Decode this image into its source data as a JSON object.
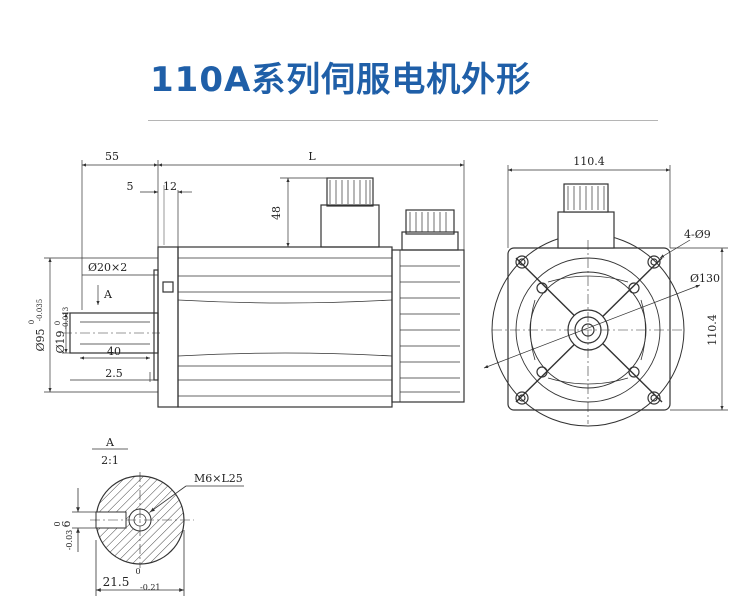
{
  "title": "110A系列伺服电机外形",
  "dimensions": {
    "shaft_length": "55",
    "overall_length": "L",
    "key_offset": "5",
    "flange_thickness": "12",
    "connector_height": "48",
    "flange_width": "110.4",
    "flange_height": "110.4",
    "mount_holes": "4-Ø9",
    "pitch_circle": "Ø130",
    "spigot": "Ø95",
    "spigot_tol_upper": "0",
    "spigot_tol_lower": "-0.035",
    "shaft_dia": "Ø19",
    "shaft_tol_upper": "0",
    "shaft_tol_lower": "-0.013",
    "key_length": "40",
    "shaft_end": "2.5",
    "chamfer": "Ø20×2",
    "view_marker": "A"
  },
  "detail": {
    "label": "A",
    "scale": "2:1",
    "thread": "M6×L25",
    "key_width": "6",
    "key_tol_upper": "0",
    "key_tol_lower": "-0.03",
    "key_depth": "21.5",
    "depth_tol_upper": "0",
    "depth_tol_lower": "-0.21"
  }
}
